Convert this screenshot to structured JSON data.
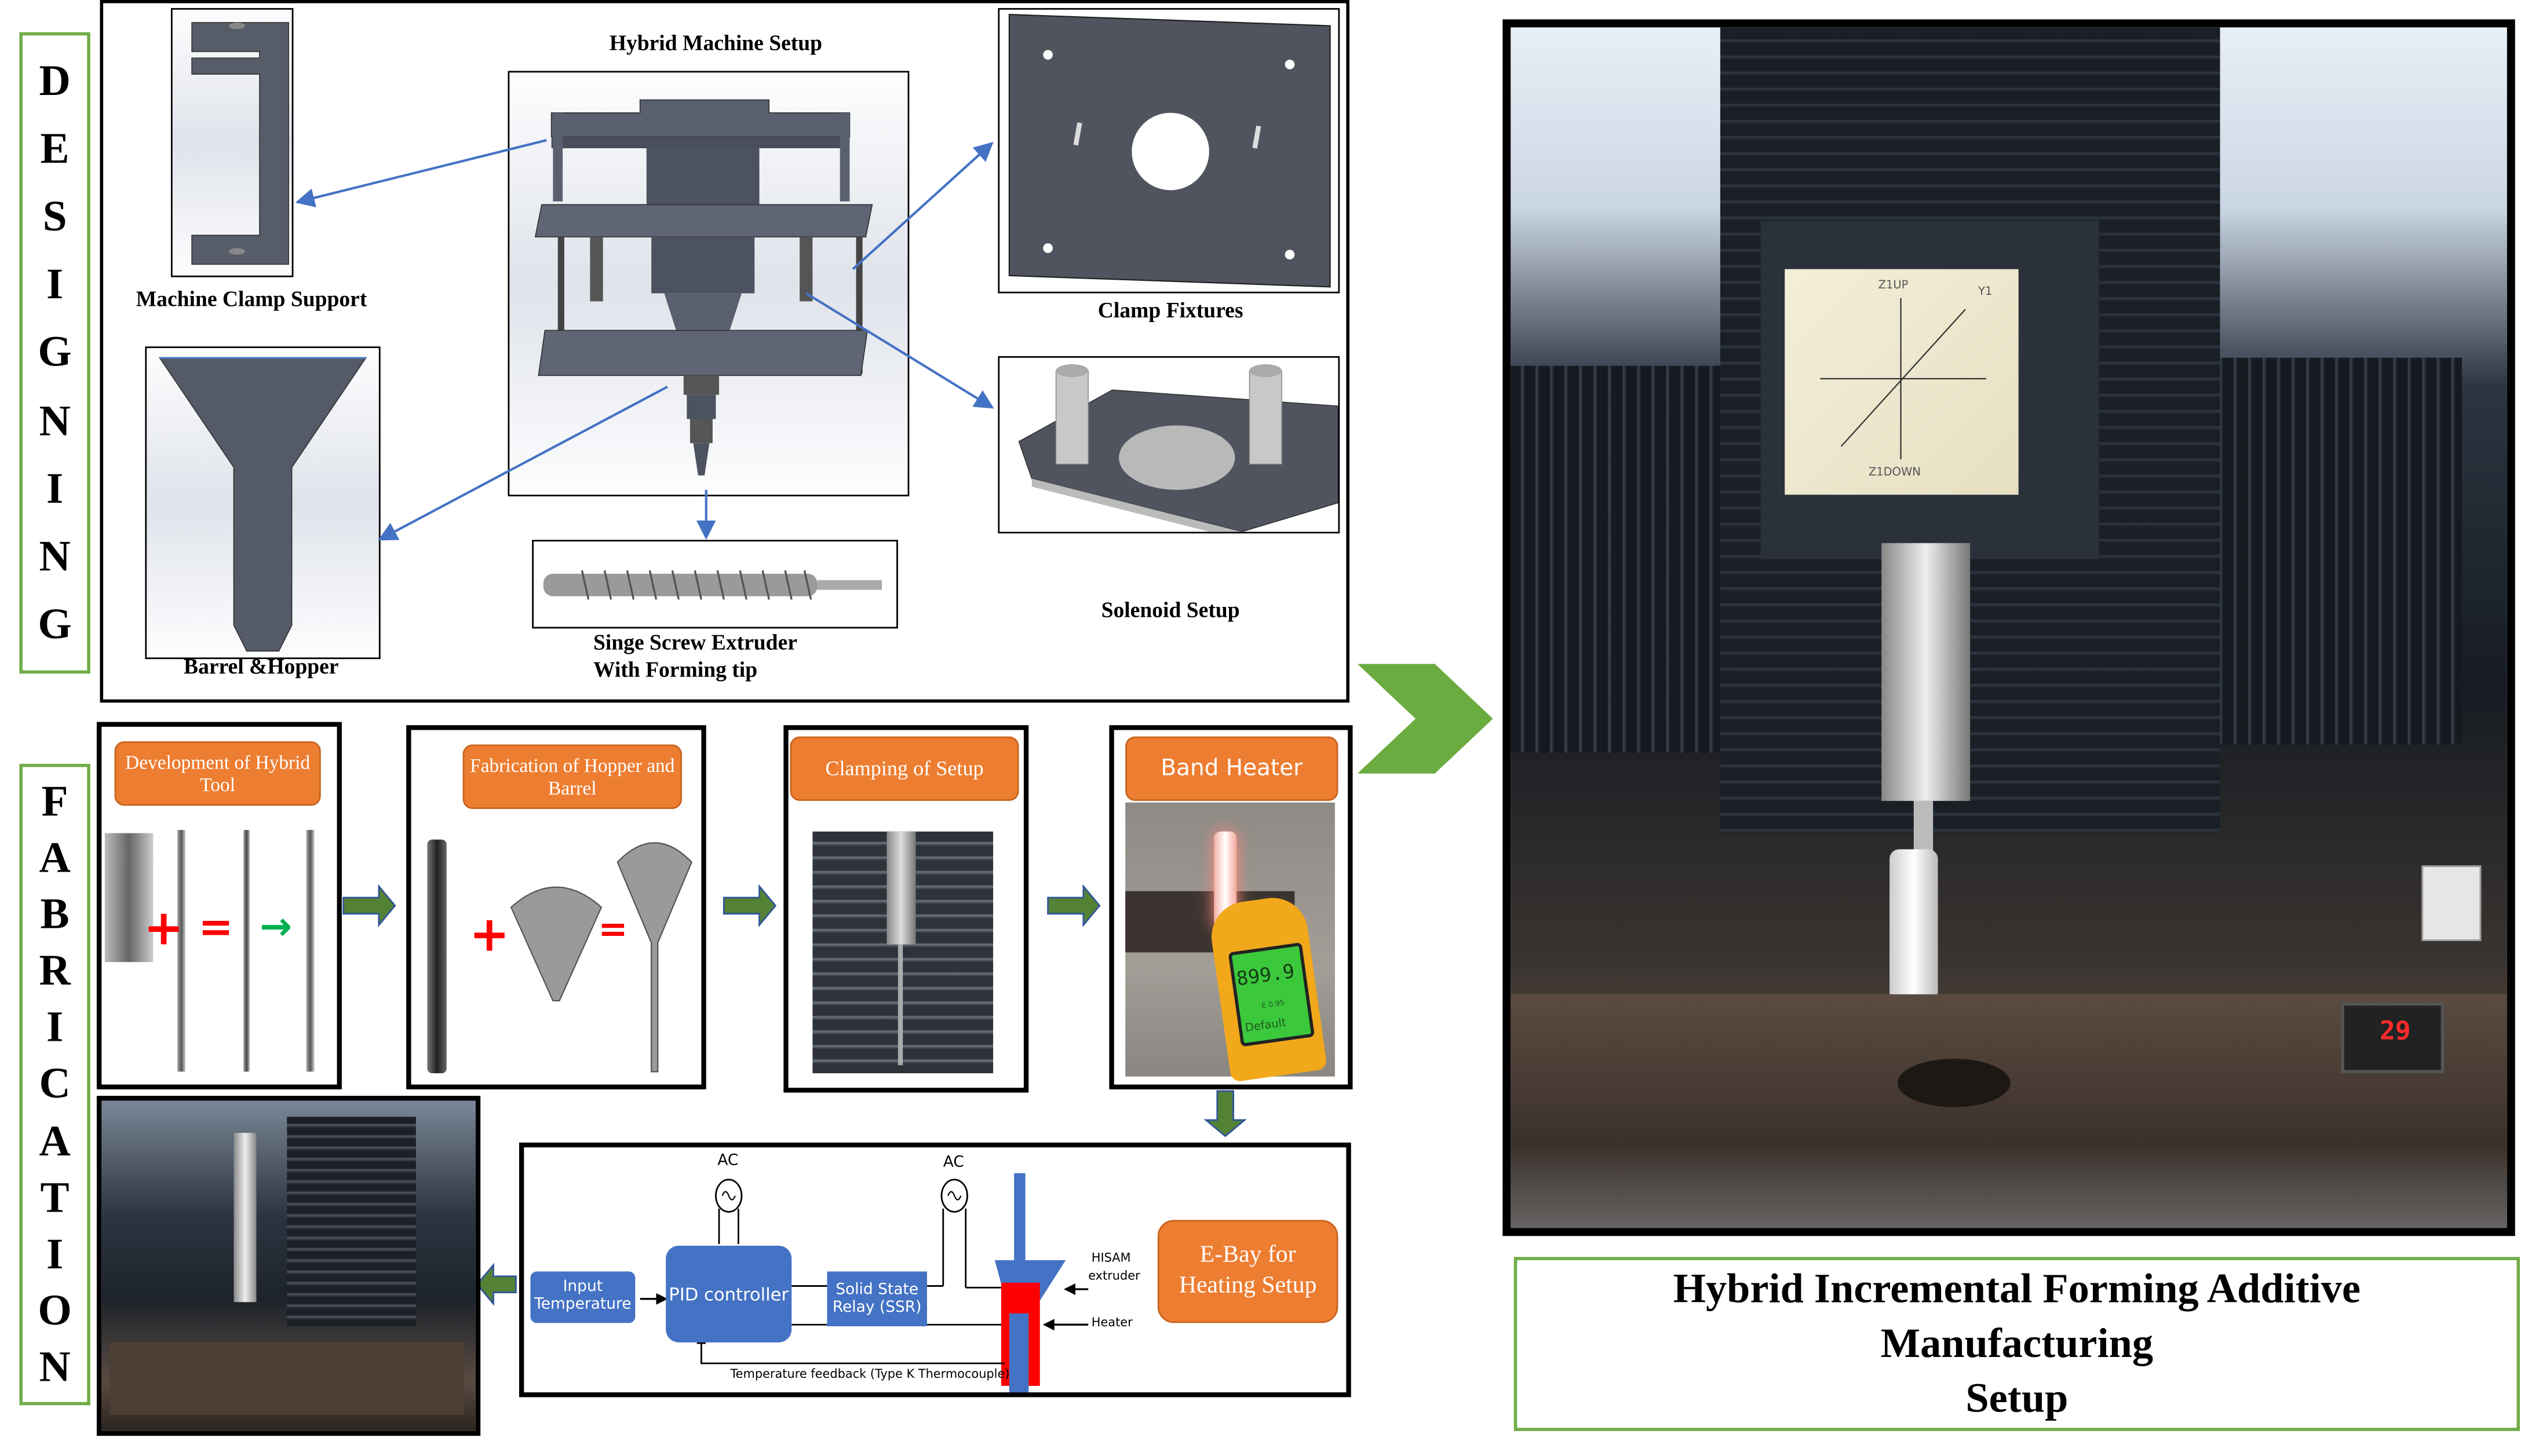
{
  "sections": {
    "designing": {
      "label": "DESIGNING",
      "letters": [
        "D",
        "E",
        "S",
        "I",
        "G",
        "N",
        "I",
        "N",
        "G"
      ]
    },
    "fabrication": {
      "label": "FABRICATION",
      "letters": [
        "F",
        "A",
        "B",
        "R",
        "I",
        "C",
        "A",
        "T",
        "I",
        "O",
        "N"
      ]
    }
  },
  "design_panel": {
    "main_title": "Hybrid Machine Setup",
    "components": [
      {
        "id": "machine-clamp-support",
        "caption": "Machine Clamp Support"
      },
      {
        "id": "barrel-hopper",
        "caption": "Barrel &Hopper"
      },
      {
        "id": "clamp-fixtures",
        "caption": "Clamp Fixtures"
      },
      {
        "id": "solenoid-setup",
        "caption": "Solenoid Setup"
      },
      {
        "id": "screw-extruder",
        "caption_line1": "Singe Screw Extruder",
        "caption_line2": "With Forming tip"
      }
    ]
  },
  "fabrication_steps": [
    {
      "title": "Development of Hybrid Tool",
      "symbols": [
        "+",
        "=",
        "→"
      ]
    },
    {
      "title": "Fabrication of Hopper and Barrel",
      "symbols": [
        "+",
        "="
      ]
    },
    {
      "title": "Clamping of Setup"
    },
    {
      "title": "Band Heater",
      "meter_reading": "899.9",
      "meter_mode": "Default",
      "meter_emissivity": "E 0.95"
    }
  ],
  "heating_diagram": {
    "blocks": {
      "input": "Input Temperature",
      "pid": "PID controller",
      "ssr_line1": "Solid State",
      "ssr_line2": "Relay (SSR)"
    },
    "ac_labels": [
      "AC",
      "AC"
    ],
    "extruder_label_line1": "HISAM",
    "extruder_label_line2": "extruder",
    "heater_label": "Heater",
    "feedback_label": "Temperature  feedback (Type K Thermocouple)",
    "ebay_line1": "E-Bay for",
    "ebay_line2": "Heating Setup"
  },
  "result": {
    "title_line1": "Hybrid Incremental Forming Additive",
    "title_line2": "Manufacturing",
    "title_line3": "Setup",
    "controller_display": "29",
    "plate_labels": {
      "top": "Z1UP",
      "bottom": "Z1DOWN",
      "right": "Y1"
    }
  },
  "colors": {
    "green_border": "#70ad47",
    "orange": "#ed7d31",
    "block_blue": "#4472c4",
    "arrow_green": "#548235",
    "heater_red": "#ff0000",
    "plus_red": "#ff0000",
    "chevron_green": "#6aac3f"
  }
}
